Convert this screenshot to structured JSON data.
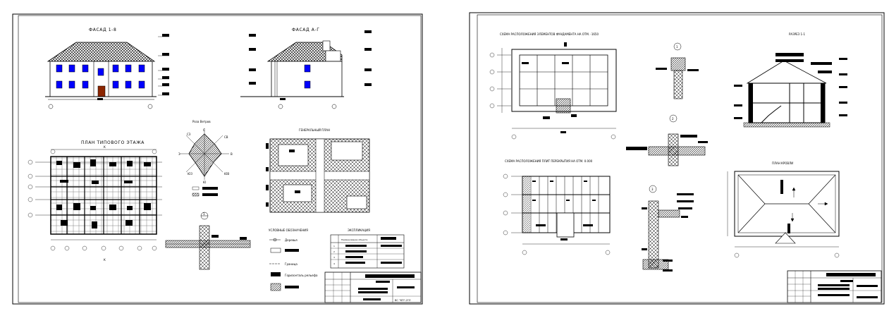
{
  "sheet1": {
    "facade_1_8": "ФАСАД 1-8",
    "facade_a_g": "ФАСАД А-Г",
    "typical_floor_plan": "ПЛАН ТИПОВОГО ЭТАЖА",
    "wind_rose": "Роза Ветров",
    "wind_dirs": [
      "СВ",
      "С",
      "СЗ",
      "В",
      "З",
      "ЮВ",
      "ЮЗ",
      "Ю"
    ],
    "site_plan": "ГЕНЕРАЛЬНЫЙ ПЛАН",
    "legend_title": "УСЛОВНЫЕ ОБОЗНАЧЕНИЯ",
    "legend_items": [
      "Деревья",
      "Граница",
      "Горизонталь рельефа"
    ],
    "explication_title": "ЭКСПЛИКАЦИЯ",
    "explication_header": "Наименование объекта",
    "explication_rows": [
      "1",
      "2",
      "3",
      "4"
    ],
    "section_marks": [
      "1",
      "К",
      "К"
    ],
    "stamp_code": "ВС \"КП\"-2ГЛ"
  },
  "sheet2": {
    "foundation_scheme": "СХЕМА РАСПОЛОЖЕНИЯ ЭЛЕМЕНТОВ ФУНДАМЕНТА НА ОТМ. -1650",
    "section_1_1": "РАЗРЕЗ 1-1",
    "slab_scheme": "СХЕМА РАСПОЛОЖЕНИЯ ПЛИТ ПЕРЕКРЫТИЯ НА ОТМ. 0.000",
    "roof_plan": "ПЛАН КРОВЛИ",
    "node_marks": [
      "1",
      "2",
      "3"
    ]
  },
  "colors": {
    "line": "#000000",
    "window": "#0000ff",
    "door": "#8b2500",
    "sheet": "#ffffff"
  }
}
